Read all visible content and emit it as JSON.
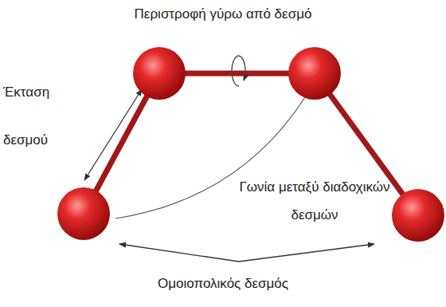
{
  "diagram": {
    "labels": [
      "Περιστροφή γύρω από δεσμό",
      "Έκταση δεσμού",
      "Γωνία μεταξύ διαδοχικών δεσμών",
      "Ομοιοπολικός δεσμός"
    ]
  }
}
